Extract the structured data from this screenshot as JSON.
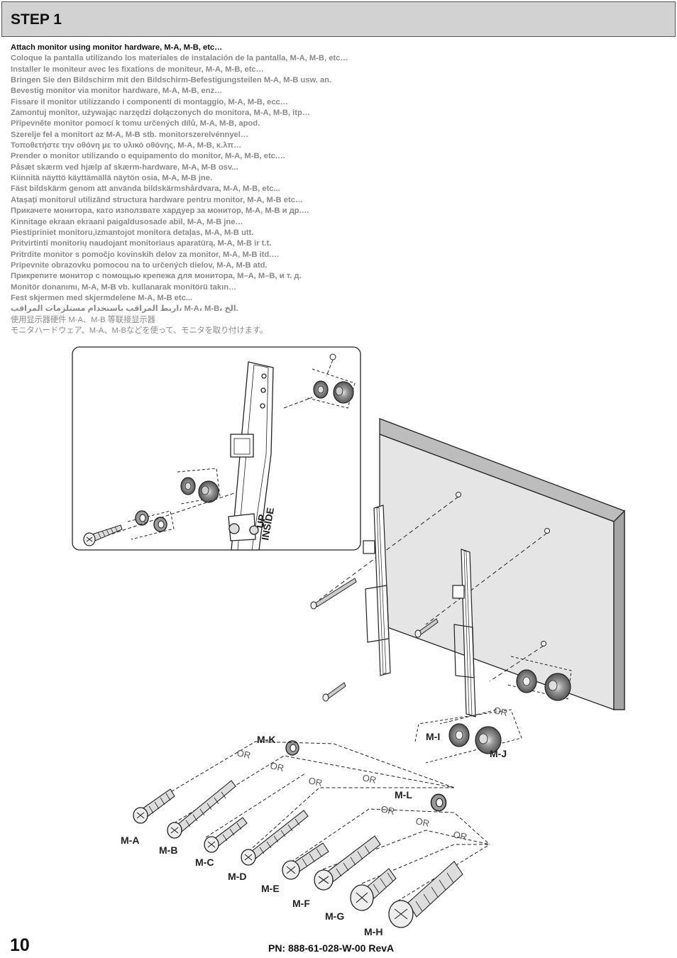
{
  "header": {
    "step_title": "STEP 1"
  },
  "instructions": [
    "Attach monitor using monitor hardware, M-A, M-B, etc…",
    "Coloque la pantalla utilizando los materiales de instalación de la pantalla, M-A, M-B, etc…",
    "Installer le moniteur avec les fixations de moniteur, M-A, M-B, etc…",
    "Bringen Sie den Bildschirm mit den Bildschirm-Befestigungsteilen M-A, M-B usw. an.",
    "Bevestig monitor via monitor hardware, M-A, M-B, enz…",
    "Fissare il monitor utilizzando i componenti di montaggio, M-A, M-B, ecc…",
    "Zamontuj monitor, używając narzędzi dołączonych do monitora, M-A, M-B, itp…",
    "Připevněte monitor pomocí k tomu určených dílů, M-A, M-B, apod.",
    "Szerelje fel a monitort az M-A, M-B stb. monitorszerelvénnyel…",
    "Τοποθετήστε την οθόνη με το υλικό οθόνης, M-A, M-B, κ.λπ…",
    "Prender o monitor utilizando o equipamento do monitor, M-A, M-B, etc.…",
    "Påsæt skærm ved hjælp af skærm-hardware, M-A, M-B osv...",
    "Kiinnitä näyttö käyttämällä näytön osia, M-A, M-B jne.",
    "Fäst bildskärm genom att använda bildskärmshårdvara, M-A, M-B, etc...",
    "Atașați monitorul utilizând structura hardware pentru monitor, M-A, M-B etc…",
    "Прикачете монитора, като използвате хардуер за монитор, M-A, M-B и др.…",
    "Kinnitage ekraan ekraani paigaldusosade abil, M-A, M-B jne…",
    "Piestipriniet monitoru,izmantojot monitora detaļas, M-A, M-B utt.",
    "Pritvirtinti monitorių naudojant monitoriaus aparatūrą, M-A, M-B ir t.t.",
    "Pritrdite monitor s pomočjo kovinskih delov za monitor, M-A, M-B itd.…",
    "Pripevnite obrazovku pomocou na to určených dielov, M-A, M-B atd.",
    "Прикрепите монитор с помощью крепежа для монитора, M–A, M–B, и т. д.",
    "Monitör donanımı, M-A, M-B vb. kullanarak monitörü takın…",
    "Fest skjermen med skjermdelene M-A, M-B etc...",
    "اربط المراقب باستخدام مستلزمات المراقب، M-A، M-B، الخ.",
    "使用显示器硬件 M-A、M-B 等联接显示器",
    "モニタハードウェア、M-A、M-Bなどを使って、モニタを取り付けます。"
  ],
  "detail_labels": {
    "up": "UP",
    "inside": "INSIDE"
  },
  "parts": {
    "screws": [
      "M-A",
      "M-B",
      "M-C",
      "M-D",
      "M-E",
      "M-F",
      "M-G",
      "M-H"
    ],
    "washer_small": "M-K",
    "washer_large": "M-L",
    "spacer_short": "M-I",
    "spacer_long": "M-J"
  },
  "or_label": "OR",
  "footer": {
    "page_number": "10",
    "part_number": "PN: 888-61-028-W-00 RevA"
  }
}
